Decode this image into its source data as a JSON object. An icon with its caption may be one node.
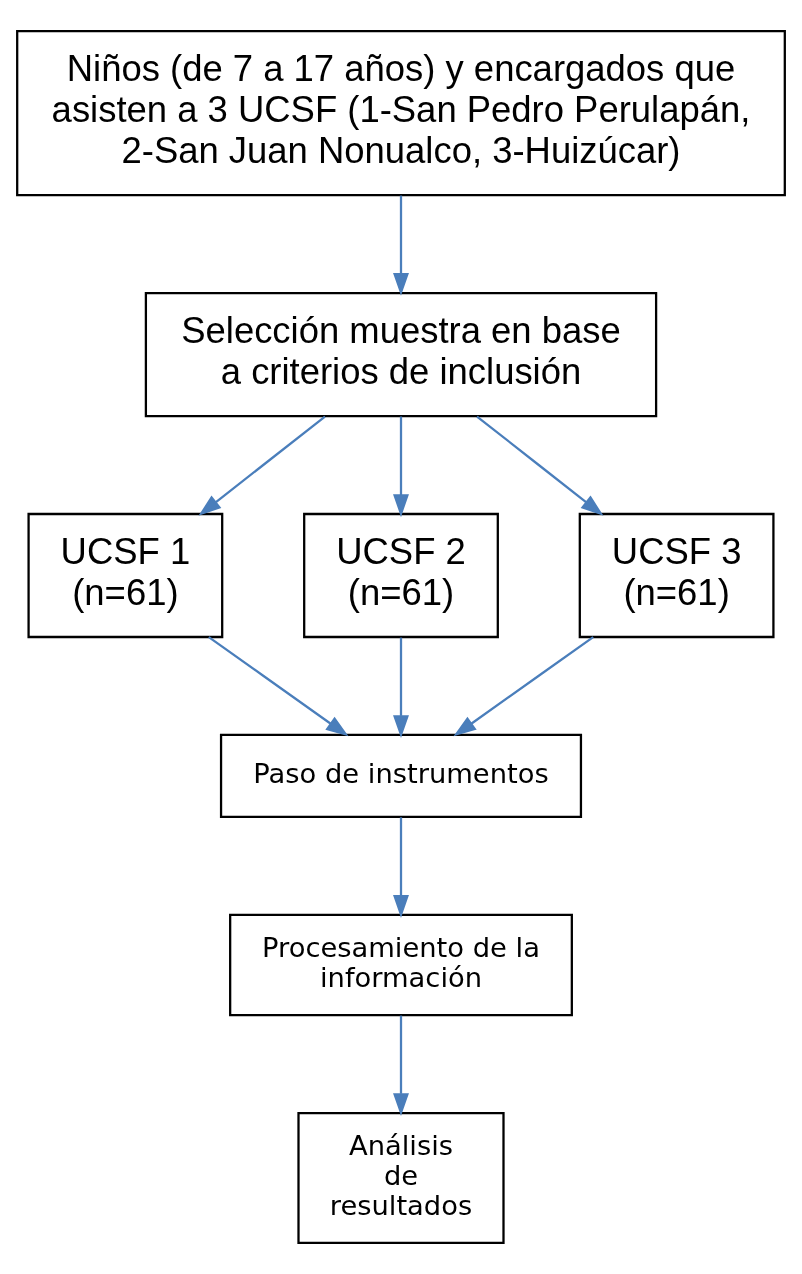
{
  "diagram": {
    "nodes": [
      {
        "text": [
          "Niños (de 7 a 17 años) y encargados que asisten a 3 UCSF (1-San Pedro Perulapán, 2-San Juan Nonualco, 3-Huizúcar)"
        ]
      },
      {
        "text": [
          "Selección muestra en base a criterios de inclusión"
        ]
      },
      {
        "text": [
          "UCSF 1 (n=61)"
        ]
      },
      {
        "text": [
          "UCSF 2 (n=61)"
        ]
      },
      {
        "text": [
          "UCSF 3 (n=61)"
        ]
      },
      {
        "text": [
          "Paso de instrumentos"
        ]
      },
      {
        "text": [
          "Procesamiento de la información"
        ]
      },
      {
        "text": [
          "Análisis de resultados"
        ]
      }
    ],
    "edges": [
      {
        "from": 0,
        "to": 1,
        "arrow": "to"
      },
      {
        "from": 1,
        "to": 2,
        "arrow": "to"
      },
      {
        "from": 1,
        "to": 3,
        "arrow": "to"
      },
      {
        "from": 1,
        "to": 4,
        "arrow": "to"
      },
      {
        "from": 2,
        "to": 5,
        "arrow": "to"
      },
      {
        "from": 3,
        "to": 5,
        "arrow": "to"
      },
      {
        "from": 4,
        "to": 5,
        "arrow": "to"
      },
      {
        "from": 5,
        "to": 6,
        "arrow": "to"
      },
      {
        "from": 6,
        "to": 7,
        "arrow": "to"
      }
    ]
  }
}
